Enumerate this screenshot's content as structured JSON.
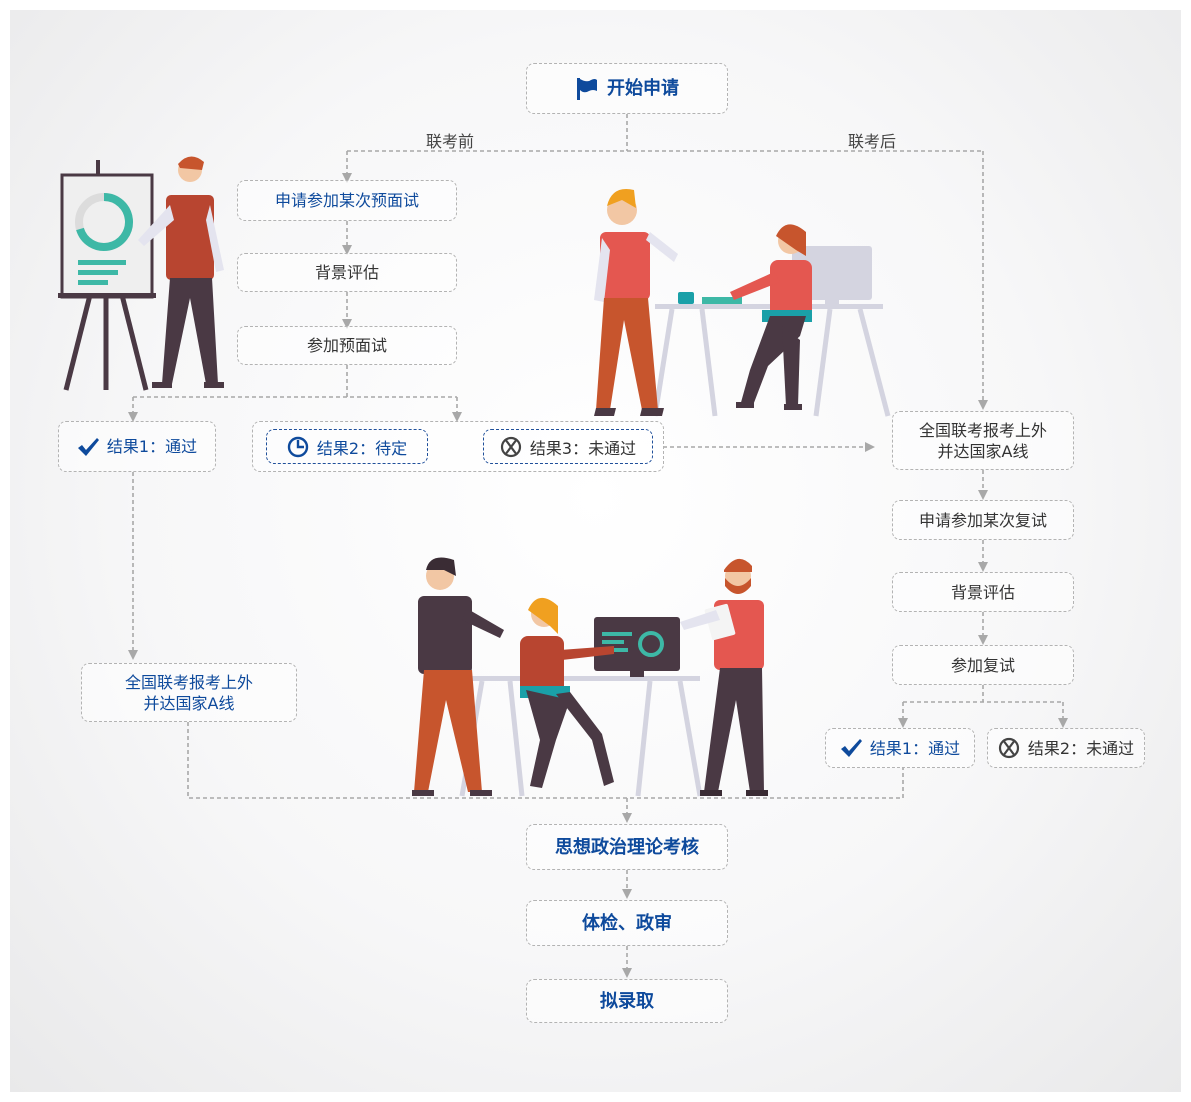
{
  "start": {
    "label": "开始申请",
    "icon": "flag-icon"
  },
  "branches": {
    "before": "联考前",
    "after": "联考后"
  },
  "left": {
    "steps": [
      "申请参加某次预面试",
      "背景评估",
      "参加预面试"
    ],
    "results": [
      {
        "label": "结果1：通过",
        "icon": "check-icon"
      },
      {
        "label": "结果2：待定",
        "icon": "clock-icon"
      },
      {
        "label": "结果3：未通过",
        "icon": "cross-circle-icon"
      }
    ],
    "score_line": "全国联考报考上外\n并达国家A线"
  },
  "right": {
    "score_line": "全国联考报考上外\n并达国家A线",
    "steps": [
      "申请参加某次复试",
      "背景评估",
      "参加复试"
    ],
    "results": [
      {
        "label": "结果1：通过",
        "icon": "check-icon"
      },
      {
        "label": "结果2：未通过",
        "icon": "cross-circle-icon"
      }
    ]
  },
  "final_steps": [
    "思想政治理论考核",
    "体检、政审",
    "拟录取"
  ],
  "colors": {
    "brand_blue": "#0e4a9c",
    "dashed_gray": "#b3b3b3",
    "accent_red": "#e45750",
    "accent_teal": "#3db8a6"
  }
}
